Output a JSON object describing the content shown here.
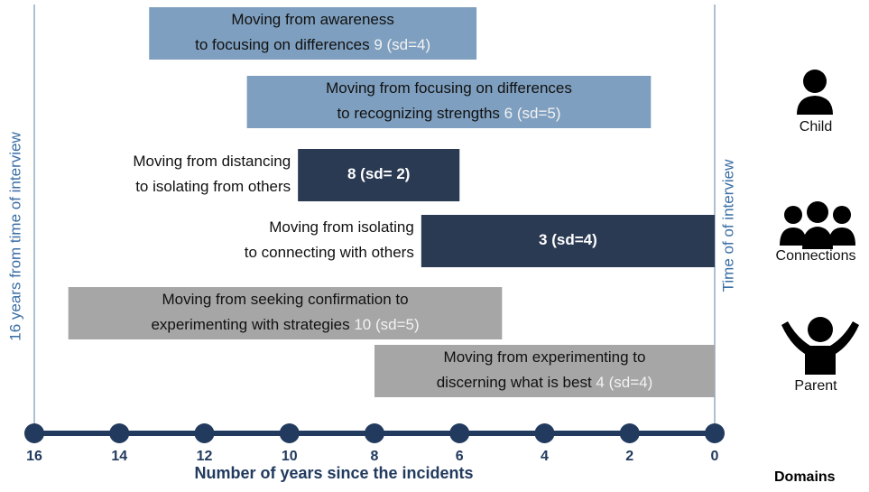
{
  "chart_data": {
    "type": "bar",
    "orientation": "horizontal",
    "xlabel": "Number of years since the incidents",
    "xlim": [
      16,
      0
    ],
    "ticks": [
      "16",
      "14",
      "12",
      "10",
      "8",
      "6",
      "4",
      "2",
      "0"
    ],
    "left_axis_label": "16 years from time of interview",
    "right_axis_label": "Time of  of interview",
    "bars": [
      {
        "line1": "Moving from awareness",
        "line2": "to focusing on differences",
        "stat": "9 (sd=4)",
        "start": 13.3,
        "end": 5.6,
        "domain": "Child",
        "color": "#7e9fbf",
        "label_pos": "inside"
      },
      {
        "line1": "Moving from focusing on differences",
        "line2": "to recognizing strengths",
        "stat": "6 (sd=5)",
        "start": 11.0,
        "end": 1.5,
        "domain": "Child",
        "color": "#7e9fbf",
        "label_pos": "inside"
      },
      {
        "line1": "Moving from distancing",
        "line2": "to isolating from others",
        "stat": "8 (sd= 2)",
        "start": 9.8,
        "end": 6.0,
        "domain": "Connections",
        "color": "#2a3a52",
        "label_pos": "outside"
      },
      {
        "line1": "Moving from isolating",
        "line2": "to connecting with others",
        "stat": "3 (sd=4)",
        "start": 6.9,
        "end": 0.0,
        "domain": "Connections",
        "color": "#2a3a52",
        "label_pos": "outside"
      },
      {
        "line1": "Moving from seeking confirmation to",
        "line2": "experimenting with strategies",
        "stat": "10 (sd=5)",
        "start": 15.2,
        "end": 5.0,
        "domain": "Parent",
        "color": "#a6a6a6",
        "label_pos": "inside"
      },
      {
        "line1": "Moving from experimenting to",
        "line2": "discerning what is best",
        "stat": "4 (sd=4)",
        "start": 8.0,
        "end": 0.0,
        "domain": "Parent",
        "color": "#a6a6a6",
        "label_pos": "inside"
      }
    ]
  },
  "domains": {
    "title": "Domains",
    "items": [
      {
        "label": "Child",
        "icon": "person-icon"
      },
      {
        "label": "Connections",
        "icon": "group-icon"
      },
      {
        "label": "Parent",
        "icon": "person-arms-raised-icon"
      }
    ]
  }
}
